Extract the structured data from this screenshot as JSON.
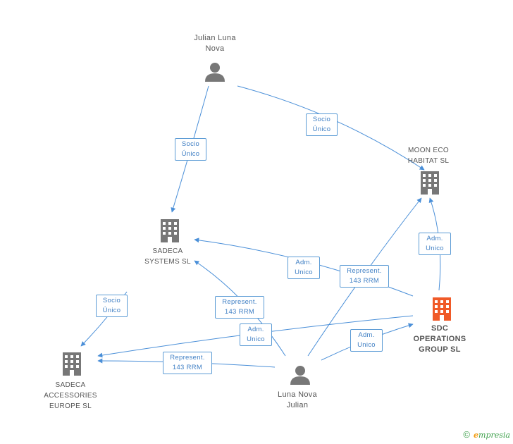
{
  "nodes": {
    "julian_luna_nova": {
      "line1": "Julian Luna",
      "line2": "Nova"
    },
    "moon_eco_habitat": {
      "line1": "MOON ECO",
      "line2": "HABITAT  SL"
    },
    "sadeca_systems": {
      "line1": "SADECA",
      "line2": "SYSTEMS  SL"
    },
    "sdc_operations": {
      "line1": "SDC",
      "line2": "OPERATIONS",
      "line3": "GROUP SL"
    },
    "sadeca_accessories": {
      "line1": "SADECA",
      "line2": "ACCESSORIES",
      "line3": "EUROPE SL"
    },
    "luna_nova_julian": {
      "line1": "Luna Nova",
      "line2": "Julian"
    }
  },
  "relations": {
    "r1": {
      "line1": "Socio",
      "line2": "Único"
    },
    "r2": {
      "line1": "Socio",
      "line2": "Único"
    },
    "r3": {
      "line1": "Adm.",
      "line2": "Unico"
    },
    "r4": {
      "line1": "Adm.",
      "line2": "Unico"
    },
    "r5": {
      "line1": "Represent.",
      "line2": "143 RRM"
    },
    "r6": {
      "line1": "Socio",
      "line2": "Único"
    },
    "r7": {
      "line1": "Represent.",
      "line2": "143 RRM"
    },
    "r8": {
      "line1": "Adm.",
      "line2": "Unico"
    },
    "r9": {
      "line1": "Adm.",
      "line2": "Unico"
    },
    "r10": {
      "line1": "Represent.",
      "line2": "143 RRM"
    }
  },
  "colors": {
    "edge": "#4a8fd8",
    "building": "#777777",
    "building_main": "#f05a28",
    "person": "#777777"
  },
  "footer": {
    "copyright": "©",
    "brand_e": "e",
    "brand_rest": "mpresia"
  }
}
